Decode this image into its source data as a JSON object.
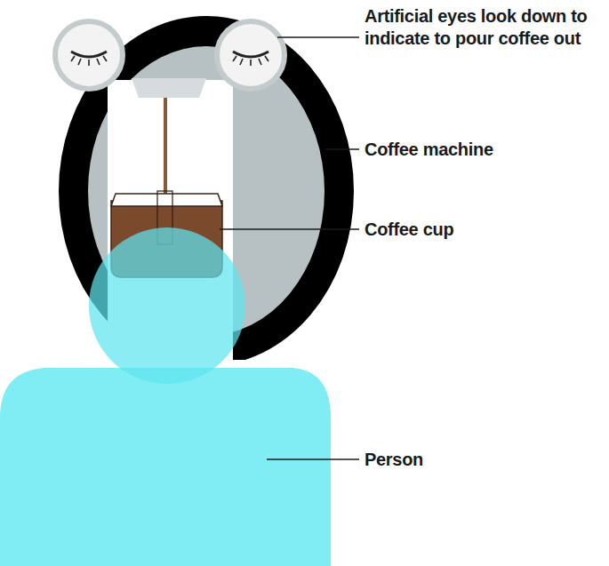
{
  "diagram": {
    "labels": [
      "Artificial eyes look down to indicate to pour coffee out",
      "Coffee machine",
      "Coffee cup",
      "Person"
    ]
  }
}
